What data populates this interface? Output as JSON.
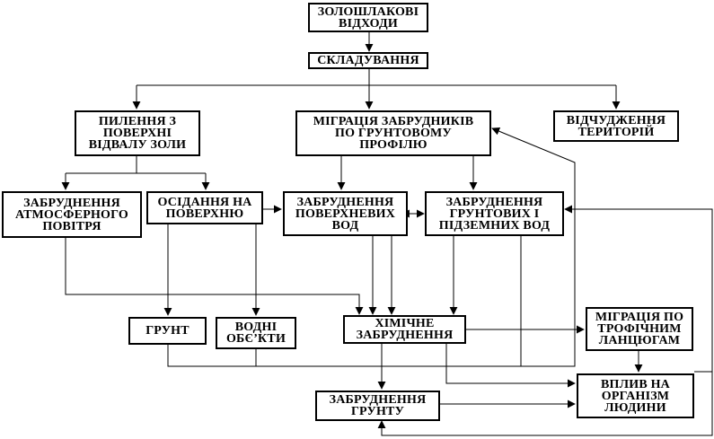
{
  "diagram": {
    "nodes": {
      "ash_waste": {
        "label": "ЗОЛОШЛАКОВІ\nВІДХОДИ"
      },
      "storage": {
        "label": "СКЛАДУВАННЯ"
      },
      "dusting": {
        "label": "ПИЛЕННЯ З\nПОВЕРХНІ\nВІДВАЛУ ЗОЛИ"
      },
      "migration_soil": {
        "label": "МІГРАЦІЯ ЗАБРУДНИКІВ\nПО ГРУНТОВОМУ\nПРОФІЛЮ"
      },
      "land_alienation": {
        "label": "ВІДЧУДЖЕННЯ\nТЕРИТОРІЙ"
      },
      "air_pollution": {
        "label": "ЗАБРУДНЕННЯ\nАТМОСФЕРНОГО\nПОВІТРЯ"
      },
      "settling": {
        "label": "ОСІДАННЯ НА\nПОВЕРХНЮ"
      },
      "surface_water": {
        "label": "ЗАБРУДНЕННЯ\nПОВЕРХНЕВИХ\nВОД"
      },
      "ground_water": {
        "label": "ЗАБРУДНЕННЯ\nГРУНТОВИХ І\nПІДЗЕМНИХ ВОД"
      },
      "soil": {
        "label": "ГРУНТ"
      },
      "water_objects": {
        "label": "ВОДНІ\nОБЄ’КТИ"
      },
      "chemical_pollution": {
        "label": "ХІМІЧНЕ\nЗАБРУДНЕННЯ"
      },
      "food_chain": {
        "label": "МІГРАЦІЯ ПО\nТРОФІЧНИМ\nЛАНЦЮГАМ"
      },
      "soil_pollution": {
        "label": "ЗАБРУДНЕННЯ\nГРУНТУ"
      },
      "human_impact": {
        "label": "ВПЛИВ НА\nОРГАНІЗМ\nЛЮДИНИ"
      }
    }
  }
}
